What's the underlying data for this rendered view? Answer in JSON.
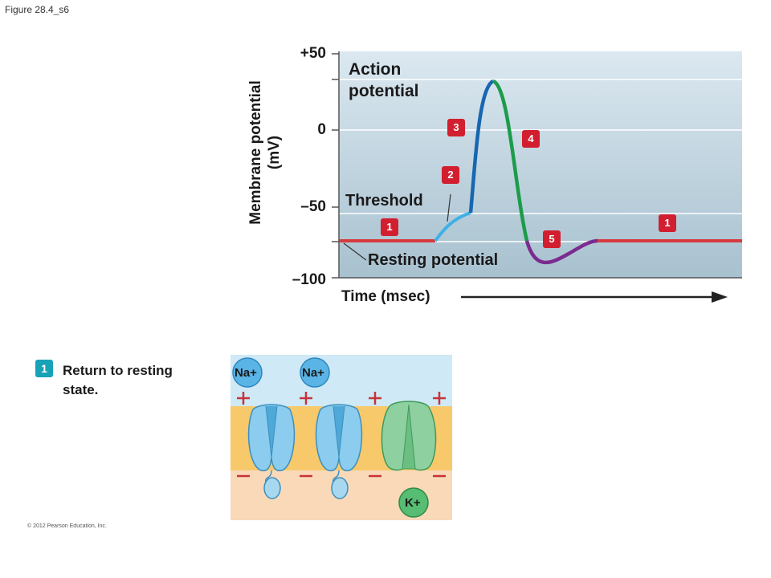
{
  "figure_label": "Figure 28.4_s6",
  "copyright": "© 2012 Pearson Education, Inc.",
  "graph": {
    "y_axis_label_line1": "Membrane potential",
    "y_axis_label_line2": "(mV)",
    "y_ticks": [
      "+50",
      "0",
      "–50",
      "–100"
    ],
    "x_axis_label": "Time (msec)",
    "annotations": {
      "action_potential_line1": "Action",
      "action_potential_line2": "potential",
      "threshold": "Threshold",
      "resting_potential": "Resting potential"
    },
    "phase_badges": [
      "1",
      "2",
      "3",
      "4",
      "5",
      "1"
    ],
    "colors": {
      "resting": "#d63a3f",
      "depolarizing_start": "#3fb0e6",
      "rising": "#1866b0",
      "falling": "#1c9c4a",
      "undershoot": "#7b2b8f",
      "plot_bg_top": "#dbe8f0",
      "plot_bg_bottom": "#a9c2d0"
    }
  },
  "step": {
    "number": "1",
    "text": "Return to resting state."
  },
  "membrane_diagram": {
    "ion_labels": [
      "Na+",
      "Na+",
      "K+"
    ],
    "outside_charges": [
      "+",
      "+",
      "+",
      "+"
    ],
    "inside_charges": [
      "–",
      "–",
      "–",
      "–"
    ],
    "channels": [
      "sodium-channel",
      "sodium-channel",
      "potassium-channel"
    ],
    "colors": {
      "extracellular": "#cfe9f6",
      "membrane": "#f7c96a",
      "cytoplasm": "#f9d9b8",
      "na_channel": "#8cccee",
      "k_channel": "#8fd0a0",
      "charge": "#c8323a"
    }
  }
}
